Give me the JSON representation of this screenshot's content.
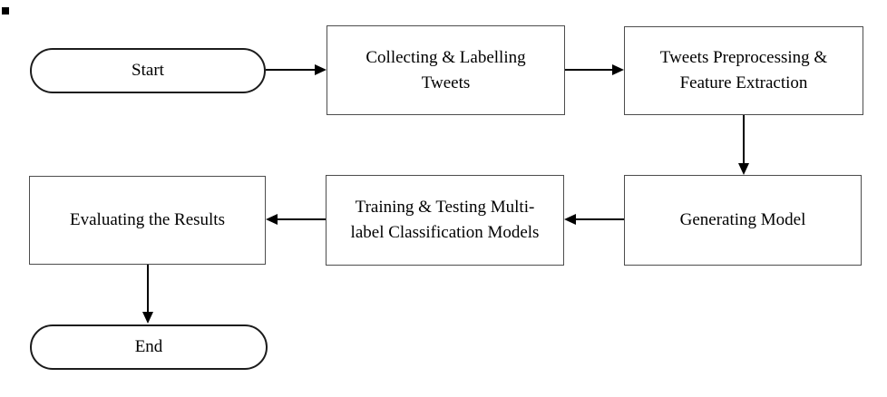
{
  "flowchart": {
    "background": "#ffffff",
    "nodes": {
      "start": {
        "shape": "terminator",
        "lines": [
          "Start"
        ]
      },
      "collecting": {
        "shape": "process",
        "lines": [
          "Collecting & Labelling",
          "Tweets"
        ]
      },
      "preprocessing": {
        "shape": "process",
        "lines": [
          "Tweets Preprocessing &",
          "Feature Extraction"
        ]
      },
      "generating": {
        "shape": "process",
        "lines": [
          "Generating Model"
        ]
      },
      "training": {
        "shape": "process",
        "lines": [
          "Training & Testing Multi-",
          "label Classification Models"
        ]
      },
      "evaluating": {
        "shape": "process",
        "lines": [
          "Evaluating the Results"
        ]
      },
      "end": {
        "shape": "terminator",
        "lines": [
          "End"
        ]
      }
    },
    "edges": [
      {
        "from": "start",
        "to": "collecting",
        "direction": "right"
      },
      {
        "from": "collecting",
        "to": "preprocessing",
        "direction": "right"
      },
      {
        "from": "preprocessing",
        "to": "generating",
        "direction": "down"
      },
      {
        "from": "generating",
        "to": "training",
        "direction": "left"
      },
      {
        "from": "training",
        "to": "evaluating",
        "direction": "left"
      },
      {
        "from": "evaluating",
        "to": "end",
        "direction": "down"
      }
    ],
    "colors": {
      "process_border": "#4d4d4d",
      "terminator_border": "#1c1c1c",
      "arrow": "#000000",
      "text": "#000000",
      "fill": "#ffffff"
    }
  }
}
